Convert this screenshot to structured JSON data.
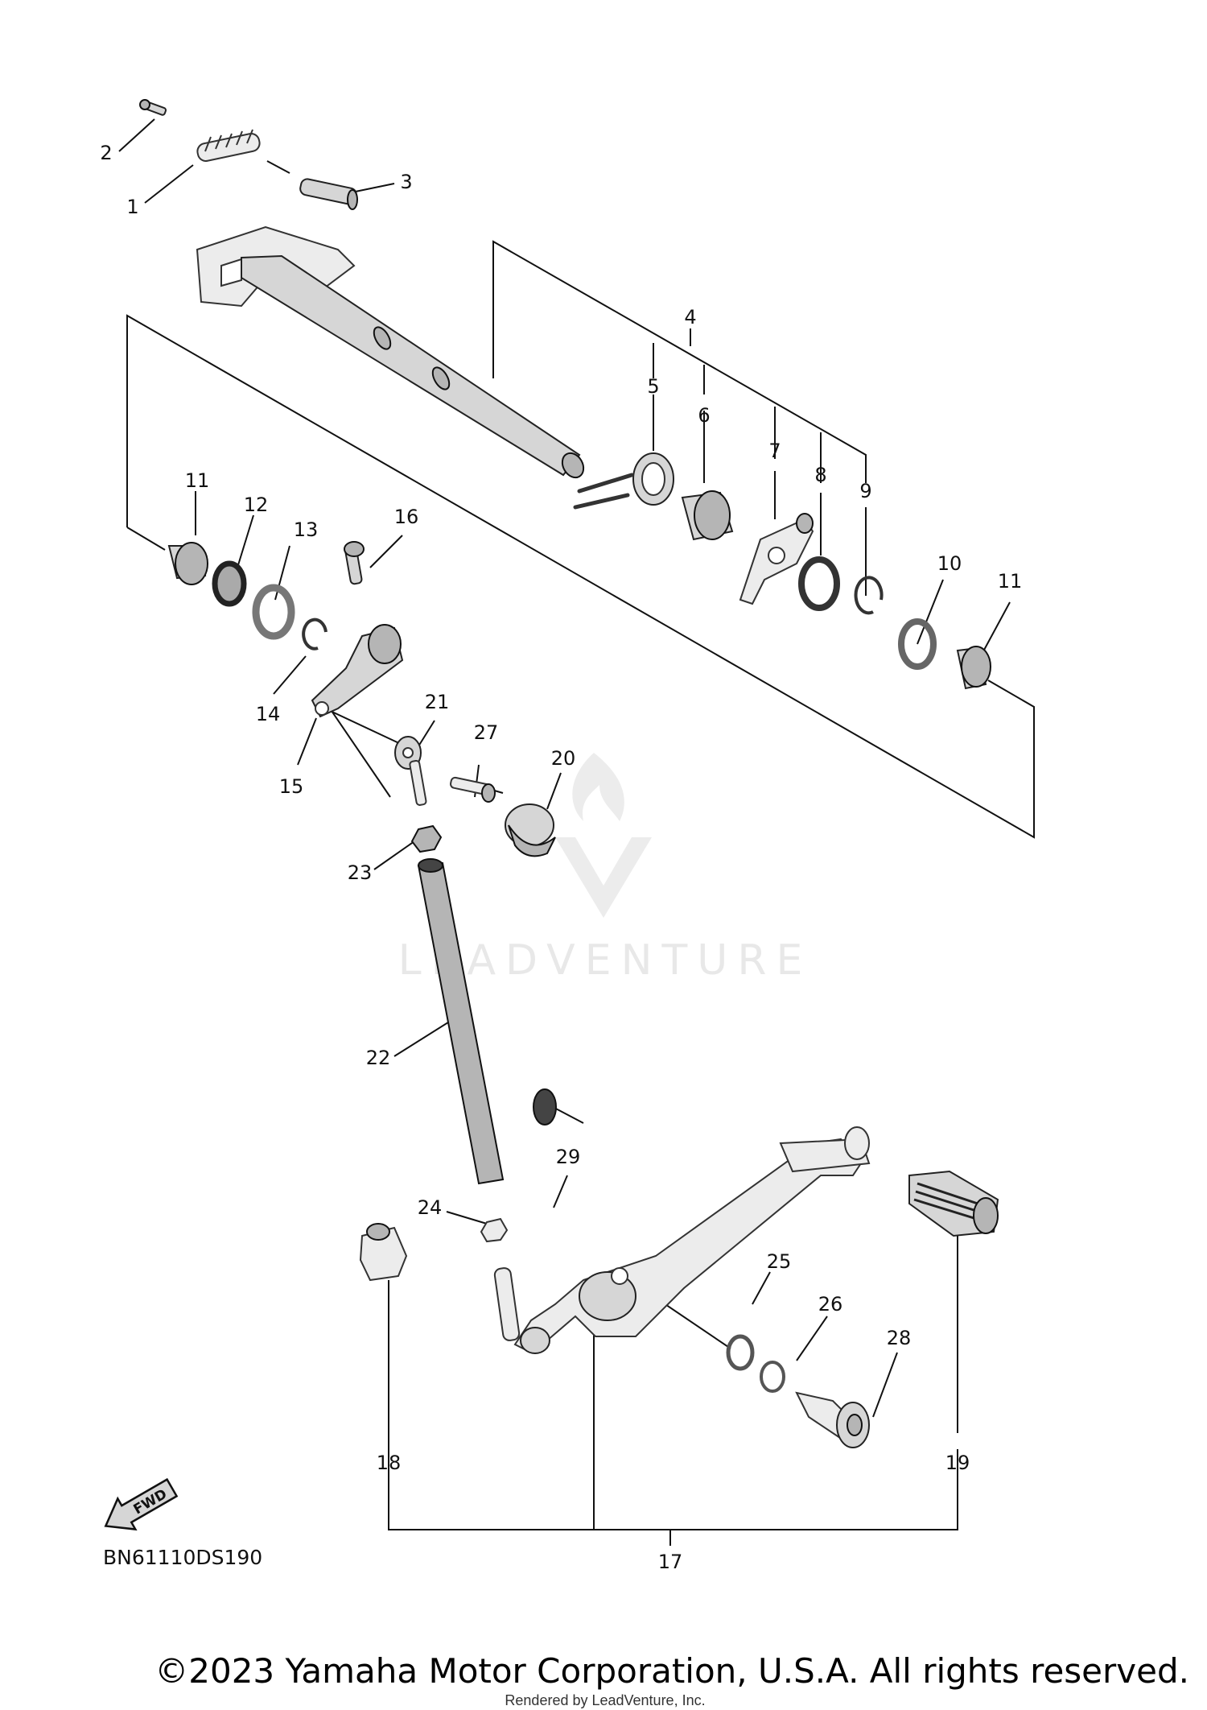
{
  "diagram": {
    "part_callouts": [
      "1",
      "2",
      "3",
      "4",
      "5",
      "6",
      "7",
      "8",
      "9",
      "10",
      "11",
      "11",
      "12",
      "13",
      "14",
      "15",
      "16",
      "17",
      "18",
      "19",
      "20",
      "21",
      "22",
      "23",
      "24",
      "25",
      "26",
      "27",
      "28",
      "29"
    ],
    "fwd_label": "FWD",
    "drawing_code": "BN61110DS190",
    "watermark_text": "LEADVENTURE",
    "copyright": "©2023 Yamaha Motor Corporation, U.S.A. All rights reserved.",
    "rendered_by": "Rendered by LeadVenture, Inc."
  }
}
